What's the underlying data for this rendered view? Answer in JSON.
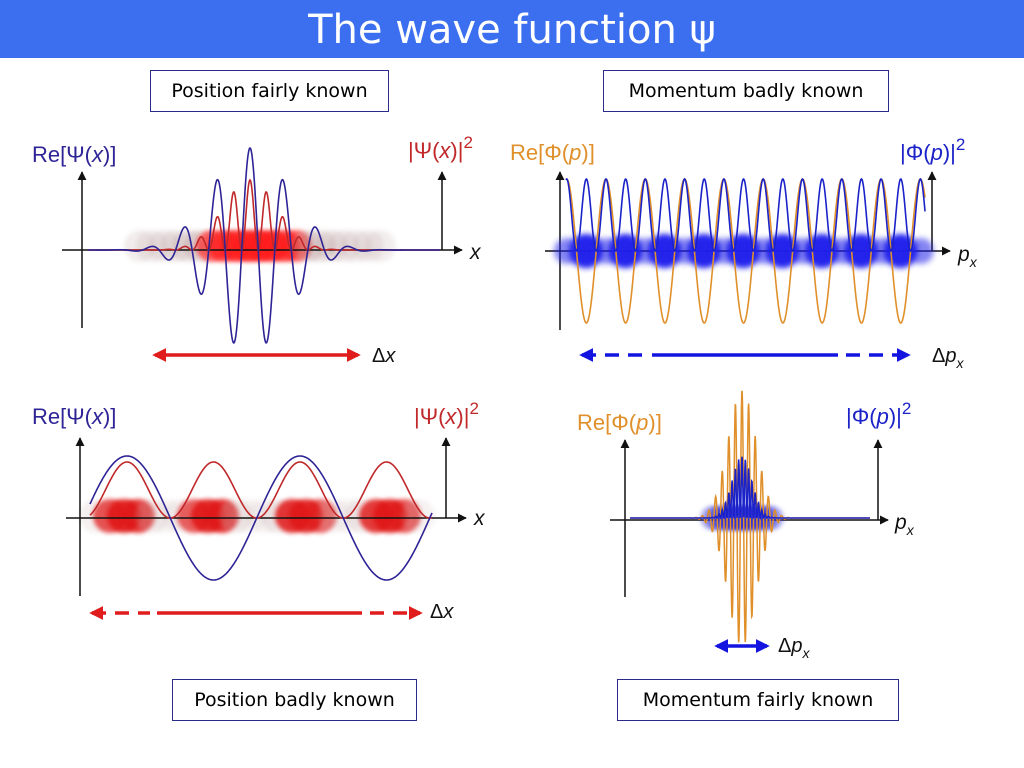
{
  "title": "The wave function ψ",
  "colors": {
    "title_bar": "#3b6ff0",
    "psi_real": "#2e2496",
    "psi_abs": "#c0282a",
    "phi_real": "#e0902a",
    "phi_abs": "#1a22c8",
    "arrow_red": "#e01c1c",
    "arrow_blue": "#1414e0"
  },
  "panels": {
    "top_left": {
      "caption": "Position fairly known",
      "real_label": {
        "pre": "Re[Ψ(",
        "var": "x",
        "post": ")]"
      },
      "abs_label": {
        "pre": "|Ψ(",
        "var": "x",
        "post": ")|",
        "sup": "2"
      },
      "axis_label": {
        "base": "x",
        "sub": ""
      },
      "spread_label": {
        "pre": "Δ",
        "base": "x",
        "sub": ""
      }
    },
    "top_right": {
      "caption": "Momentum badly known",
      "real_label": {
        "pre": "Re[Φ(",
        "var": "p",
        "post": ")]"
      },
      "abs_label": {
        "pre": "|Φ(",
        "var": "p",
        "post": ")|",
        "sup": "2"
      },
      "axis_label": {
        "base": "p",
        "sub": "x"
      },
      "spread_label": {
        "pre": "Δ",
        "base": "p",
        "sub": "x"
      }
    },
    "bottom_left": {
      "caption": "Position badly known",
      "real_label": {
        "pre": "Re[Ψ(",
        "var": "x",
        "post": ")]"
      },
      "abs_label": {
        "pre": "|Ψ(",
        "var": "x",
        "post": ")|",
        "sup": "2"
      },
      "axis_label": {
        "base": "x",
        "sub": ""
      },
      "spread_label": {
        "pre": "Δ",
        "base": "x",
        "sub": ""
      }
    },
    "bottom_right": {
      "caption": "Momentum fairly known",
      "real_label": {
        "pre": "Re[Φ(",
        "var": "p",
        "post": ")]"
      },
      "abs_label": {
        "pre": "|Φ(",
        "var": "p",
        "post": ")|",
        "sup": "2"
      },
      "axis_label": {
        "base": "p",
        "sub": "x"
      },
      "spread_label": {
        "pre": "Δ",
        "base": "p",
        "sub": "x"
      }
    }
  }
}
